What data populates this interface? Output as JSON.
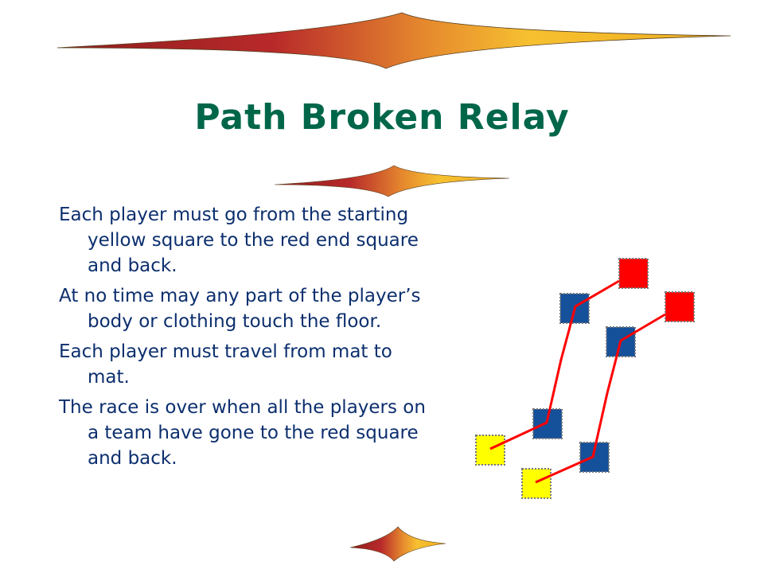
{
  "slide": {
    "title": "Path Broken Relay",
    "bullets": [
      {
        "lines": [
          "Each player must go from the starting",
          "yellow square to the red end square",
          "and back."
        ]
      },
      {
        "lines": [
          "At no time may any part of the player’s",
          "body or clothing touch the floor."
        ]
      },
      {
        "lines": [
          "Each player must travel from mat to",
          "mat."
        ]
      },
      {
        "lines": [
          "The race is over when all the players on",
          "a team have gone to the red square",
          "and back."
        ]
      }
    ]
  },
  "colors": {
    "title": "#00664A",
    "body_text": "#0C2F6E",
    "start_mat": "#FFFF00",
    "middle_mat": "#15509A",
    "end_mat": "#FF0000",
    "path": "#FF0000"
  }
}
